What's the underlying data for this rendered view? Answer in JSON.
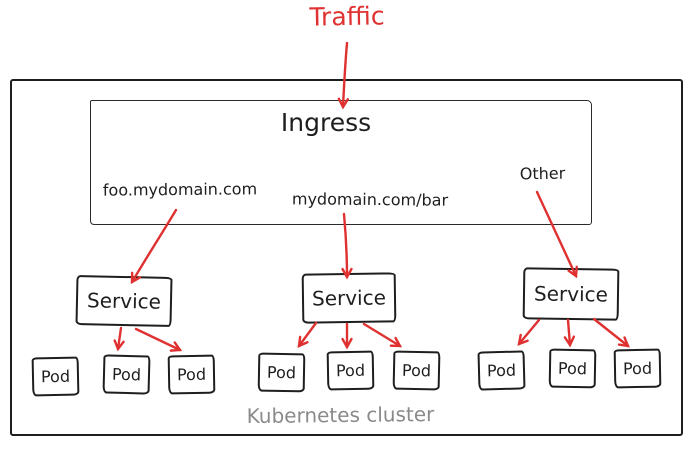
{
  "traffic": {
    "label": "Traffic"
  },
  "cluster": {
    "label": "Kubernetes cluster"
  },
  "ingress": {
    "title": "Ingress",
    "rules": [
      {
        "label": "foo.mydomain.com"
      },
      {
        "label": "mydomain.com/bar"
      },
      {
        "label": "Other"
      }
    ]
  },
  "services": [
    {
      "label": "Service",
      "pods": [
        {
          "label": "Pod"
        },
        {
          "label": "Pod"
        },
        {
          "label": "Pod"
        }
      ]
    },
    {
      "label": "Service",
      "pods": [
        {
          "label": "Pod"
        },
        {
          "label": "Pod"
        },
        {
          "label": "Pod"
        }
      ]
    },
    {
      "label": "Service",
      "pods": [
        {
          "label": "Pod"
        },
        {
          "label": "Pod"
        },
        {
          "label": "Pod"
        }
      ]
    }
  ],
  "colors": {
    "arrow": "#e03131",
    "stroke": "#1e1e1e",
    "muted_text": "#8a8a8a"
  }
}
